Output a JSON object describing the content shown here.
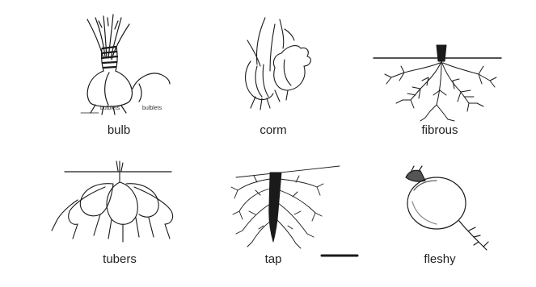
{
  "panels": [
    {
      "id": "bulb",
      "label": "bulb",
      "sublabels": [
        "bulblets",
        "bulblets"
      ]
    },
    {
      "id": "corm",
      "label": "corm"
    },
    {
      "id": "fibrous",
      "label": "fibrous"
    },
    {
      "id": "tubers",
      "label": "tubers"
    },
    {
      "id": "tap",
      "label": "tap"
    },
    {
      "id": "fleshy",
      "label": "fleshy"
    }
  ],
  "colors": {
    "ink": "#1a1a1a",
    "background": "#ffffff",
    "shade": "#555555"
  }
}
